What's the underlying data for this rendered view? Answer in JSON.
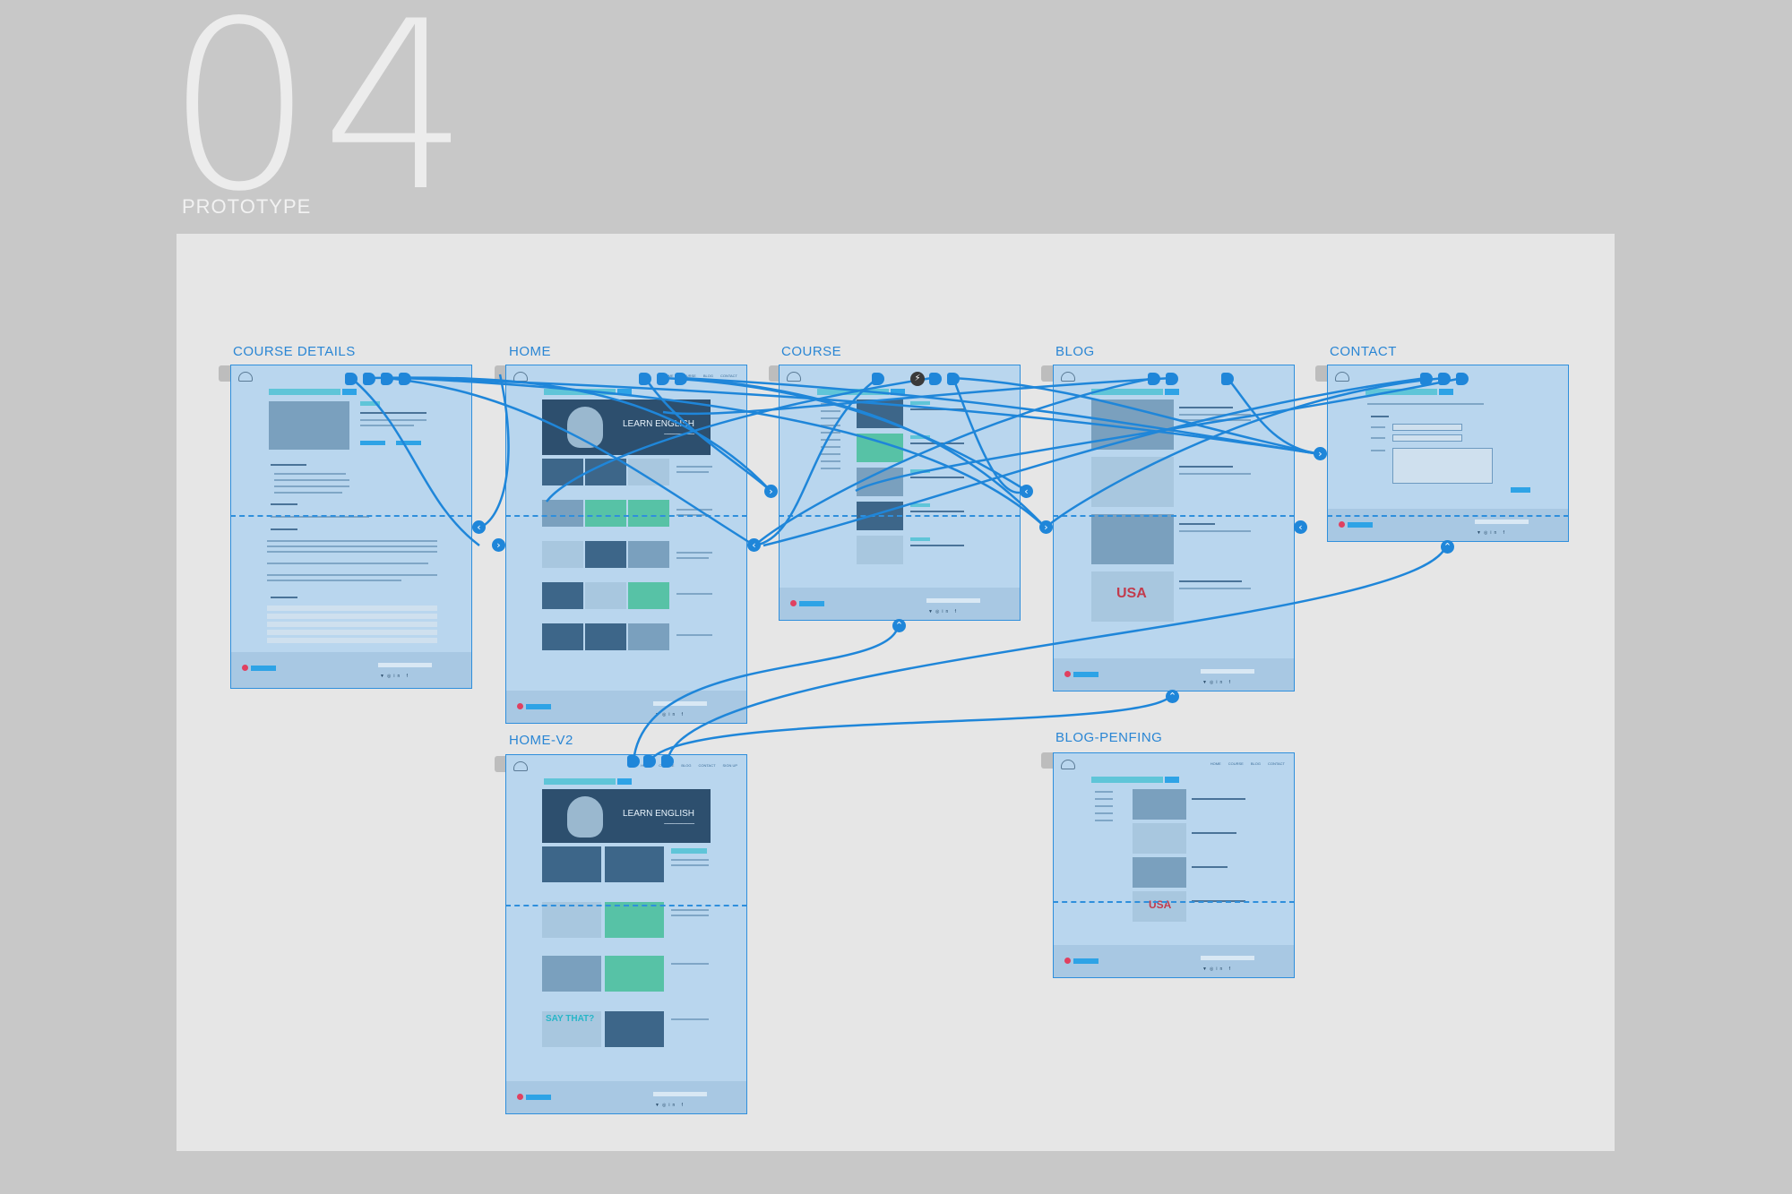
{
  "header": {
    "number": "04",
    "subtitle": "PROTOTYPE"
  },
  "screens": {
    "course_details": {
      "label": "COURSE  DETAILS"
    },
    "home": {
      "label": "HOME"
    },
    "course": {
      "label": "COURSE"
    },
    "blog": {
      "label": "BLOG"
    },
    "contact": {
      "label": "CONTACT"
    },
    "home_v2": {
      "label": "HOME-V2"
    },
    "blog_penfing": {
      "label": "BLOG-PENFING"
    }
  },
  "hero": {
    "title": "LEARN ENGLISH"
  },
  "thumbnails": {
    "usa": "USA",
    "say_that": "SAY THAT?"
  },
  "colors": {
    "frame": "#2f8fdc",
    "link": "#1f86d9",
    "accent": "#5fc5d8",
    "footer_logo": "#e04060"
  },
  "icons": [
    "chevron-left-icon",
    "chevron-right-icon",
    "chevron-up-icon",
    "lightning-icon",
    "cloud-logo-icon"
  ]
}
